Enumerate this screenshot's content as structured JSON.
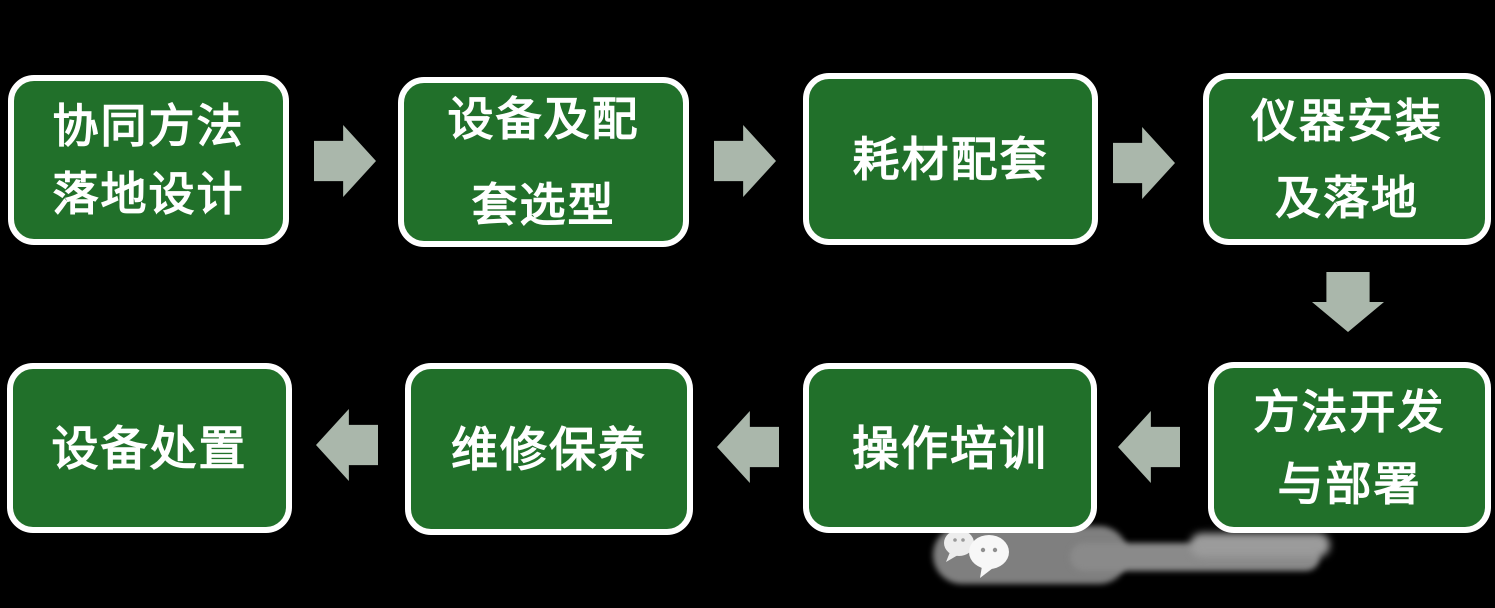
{
  "diagram": {
    "title_implicit": "equipment lifecycle flow",
    "colors": {
      "background": "#000000",
      "box_fill": "#21702a",
      "box_border": "#ffffff",
      "text": "#ffffff",
      "arrow": "#aab7ab",
      "watermark_gray": "#7f7f7f"
    },
    "flow": {
      "boxes": [
        {
          "id": "box-method-design",
          "lines": [
            "协同方法",
            "落地设计"
          ]
        },
        {
          "id": "box-equipment-selection",
          "lines": [
            "设备及配",
            "套选型"
          ]
        },
        {
          "id": "box-consumables",
          "lines": [
            "耗材配套"
          ]
        },
        {
          "id": "box-instrument-install",
          "lines": [
            "仪器安装",
            "及落地"
          ]
        },
        {
          "id": "box-method-deployment",
          "lines": [
            "方法开发",
            "与部署"
          ]
        },
        {
          "id": "box-operation-training",
          "lines": [
            "操作培训"
          ]
        },
        {
          "id": "box-maintenance",
          "lines": [
            "维修保养"
          ]
        },
        {
          "id": "box-equipment-disposal",
          "lines": [
            "设备处置"
          ]
        }
      ],
      "arrows": [
        {
          "from": "box-method-design",
          "to": "box-equipment-selection",
          "direction": "right"
        },
        {
          "from": "box-equipment-selection",
          "to": "box-consumables",
          "direction": "right"
        },
        {
          "from": "box-consumables",
          "to": "box-instrument-install",
          "direction": "right"
        },
        {
          "from": "box-instrument-install",
          "to": "box-method-deployment",
          "direction": "down"
        },
        {
          "from": "box-method-deployment",
          "to": "box-operation-training",
          "direction": "left"
        },
        {
          "from": "box-operation-training",
          "to": "box-maintenance",
          "direction": "left"
        },
        {
          "from": "box-maintenance",
          "to": "box-equipment-disposal",
          "direction": "left"
        }
      ]
    },
    "watermark": {
      "icon": "wechat-icon"
    }
  }
}
